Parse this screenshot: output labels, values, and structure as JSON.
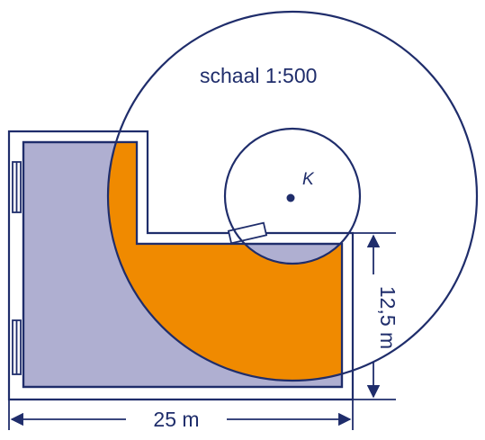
{
  "diagram": {
    "scale_label": "schaal 1:500",
    "center_label": "K",
    "width_label": "25 m",
    "height_label": "12,5 m"
  },
  "colors": {
    "outline": "#1f2d6b",
    "lawn": "#afafd1",
    "orange_area": "#f08a00",
    "background": "#ffffff"
  }
}
